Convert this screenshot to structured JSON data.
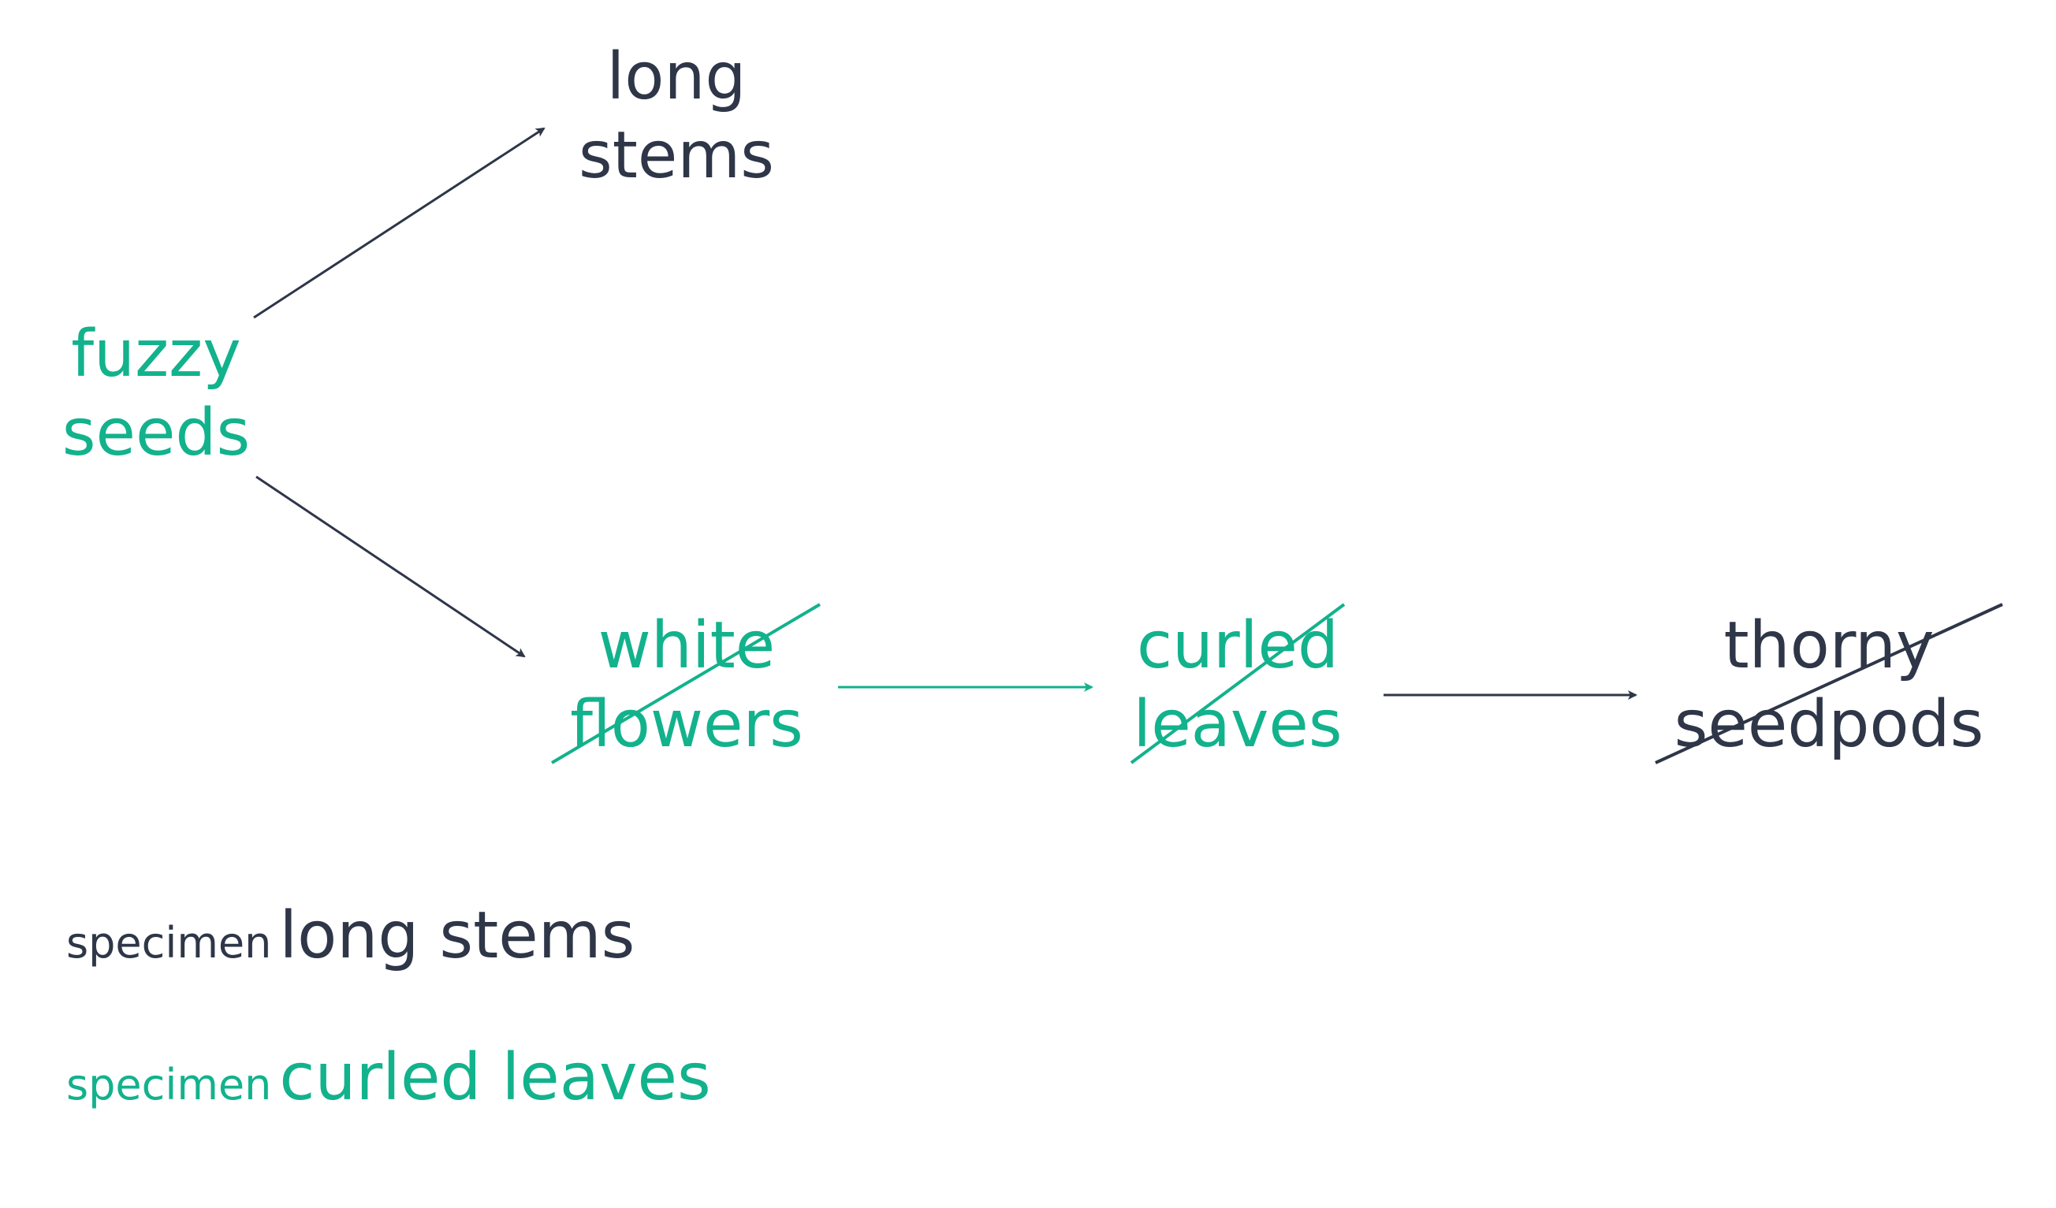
{
  "colors": {
    "teal": "#12b28c",
    "dark": "#2e3648"
  },
  "nodes": {
    "fuzzy_seeds": {
      "line1": "fuzzy",
      "line2": "seeds",
      "color": "teal",
      "crossed": false
    },
    "long_stems": {
      "line1": "long",
      "line2": "stems",
      "color": "dark",
      "crossed": false
    },
    "white_flowers": {
      "line1": "white",
      "line2": "flowers",
      "color": "teal",
      "crossed": true
    },
    "curled_leaves": {
      "line1": "curled",
      "line2": "leaves",
      "color": "teal",
      "crossed": true
    },
    "thorny_seedpods": {
      "line1": "thorny",
      "line2": "seedpods",
      "color": "dark",
      "crossed": true
    }
  },
  "edges": [
    {
      "from": "fuzzy_seeds",
      "to": "long_stems",
      "color": "dark"
    },
    {
      "from": "fuzzy_seeds",
      "to": "white_flowers",
      "color": "dark"
    },
    {
      "from": "white_flowers",
      "to": "curled_leaves",
      "color": "teal"
    },
    {
      "from": "curled_leaves",
      "to": "thorny_seedpods",
      "color": "dark"
    }
  ],
  "legend": [
    {
      "prefix": "specimen",
      "label": "long stems",
      "color": "dark"
    },
    {
      "prefix": "specimen",
      "label": "curled leaves",
      "color": "teal"
    }
  ]
}
